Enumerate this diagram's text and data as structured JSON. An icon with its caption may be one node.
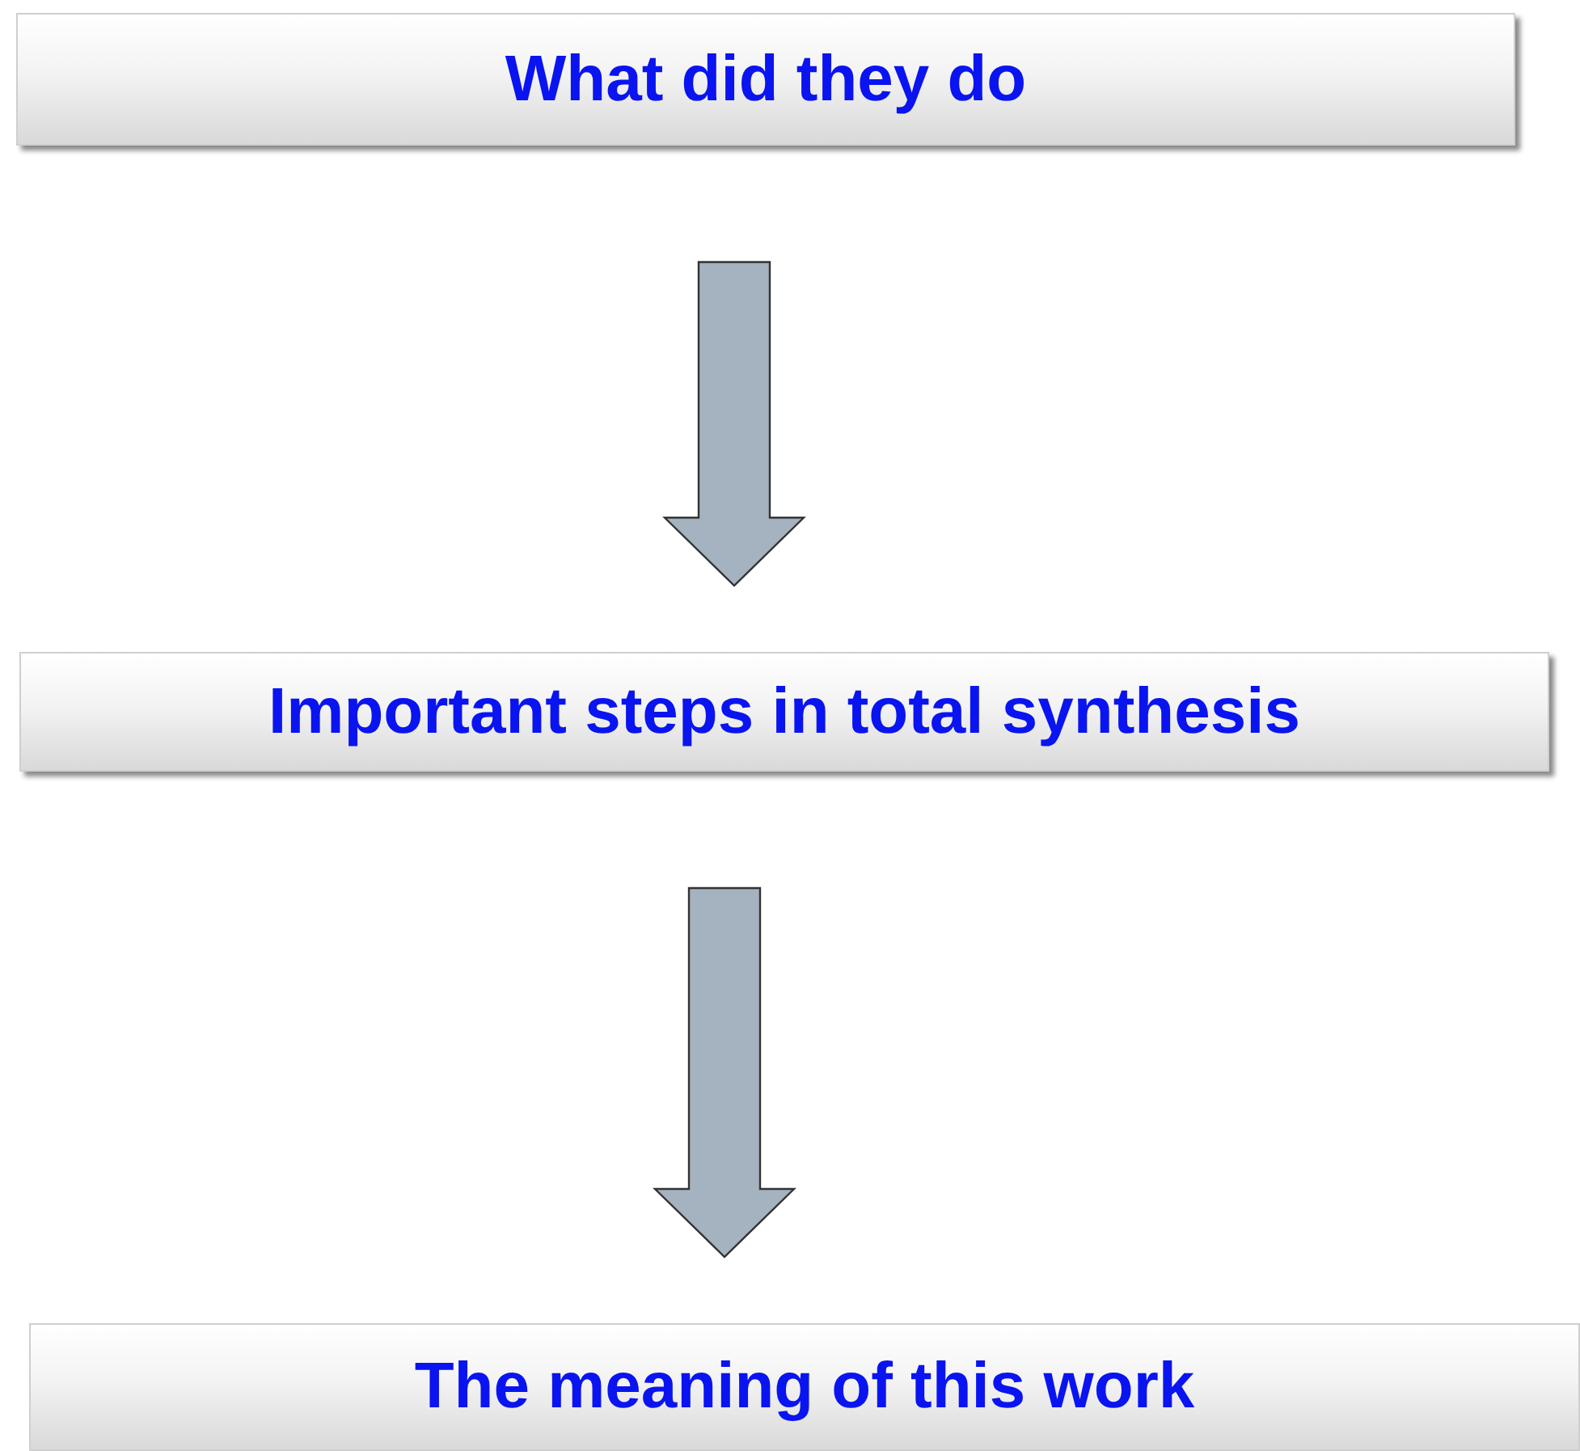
{
  "diagram": {
    "nodes": [
      {
        "text": [
          "What did they do"
        ]
      },
      {
        "text": [
          "Important steps in total synthesis"
        ]
      },
      {
        "text": [
          "The meaning of this work"
        ]
      }
    ],
    "edges": [
      {
        "from": 0,
        "to": 1,
        "arrow": "to"
      },
      {
        "from": 1,
        "to": 2,
        "arrow": "to"
      }
    ]
  }
}
